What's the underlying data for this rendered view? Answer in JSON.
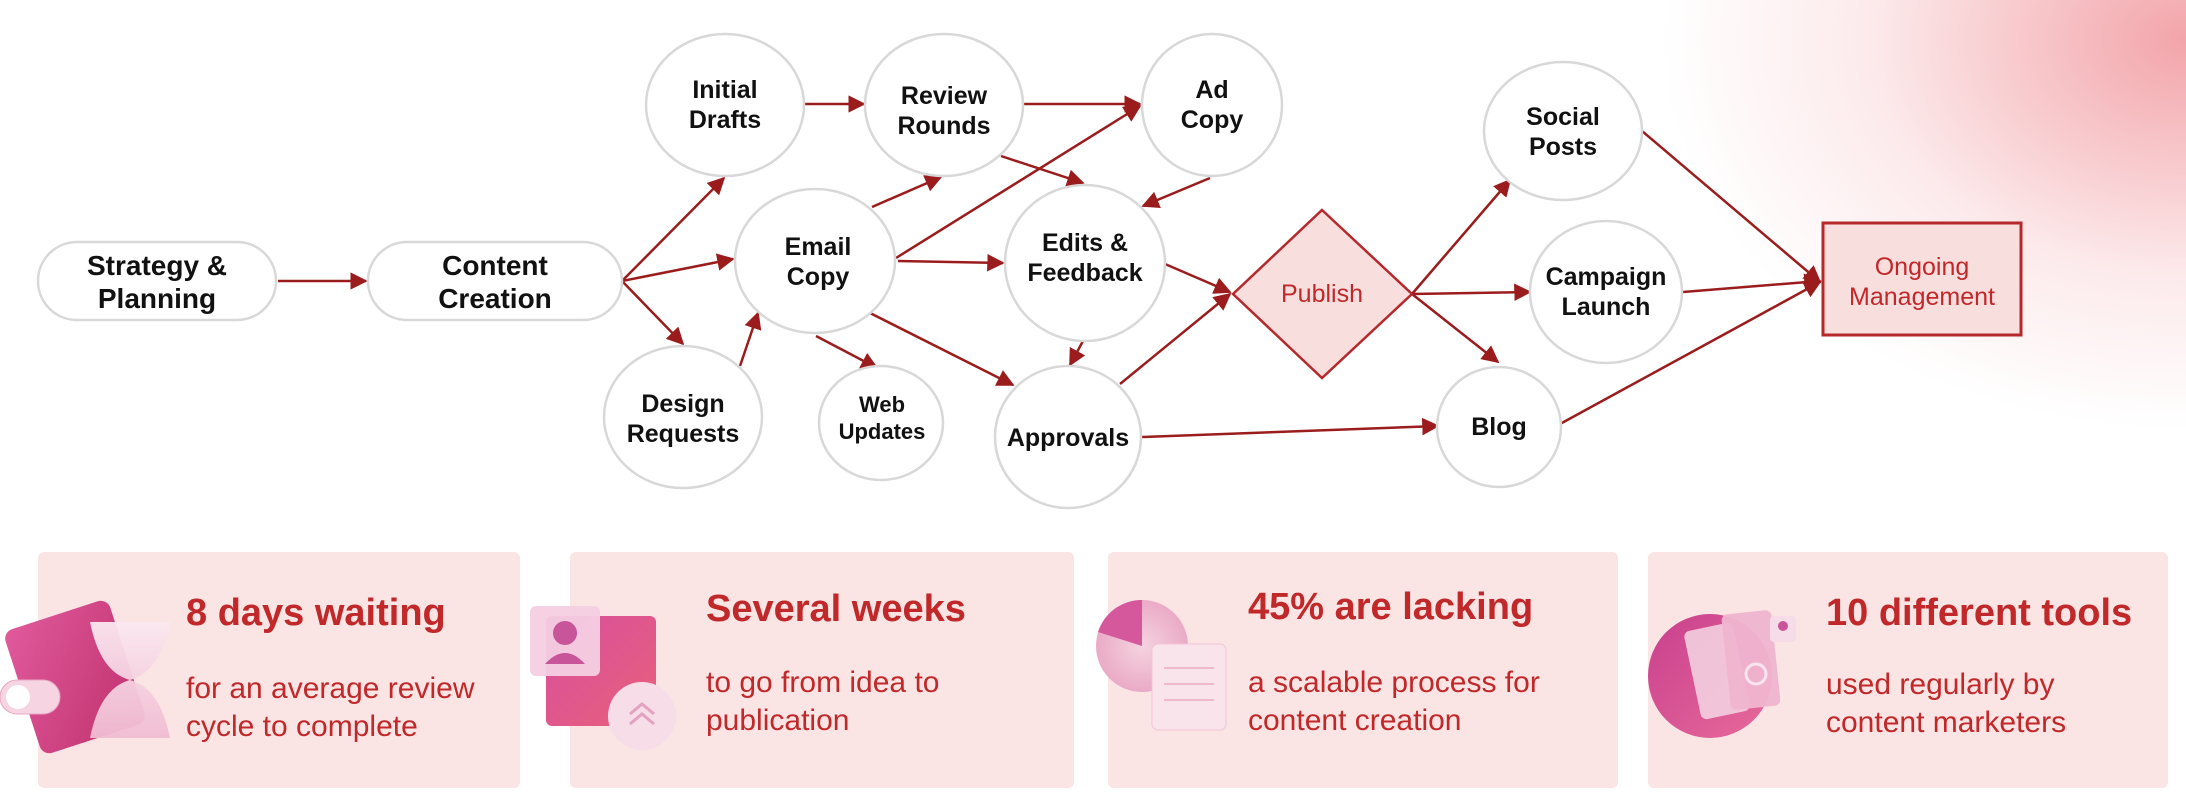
{
  "diagram": {
    "nodes": {
      "strategy": [
        "Strategy &",
        "Planning"
      ],
      "content": [
        "Content",
        "Creation"
      ],
      "drafts": [
        "Initial",
        "Drafts"
      ],
      "review": [
        "Review",
        "Rounds"
      ],
      "adcopy": [
        "Ad",
        "Copy"
      ],
      "email": [
        "Email",
        "Copy"
      ],
      "design": [
        "Design",
        "Requests"
      ],
      "web": [
        "Web",
        "Updates"
      ],
      "edits": [
        "Edits &",
        "Feedback"
      ],
      "approvals": [
        "Approvals"
      ],
      "publish": [
        "Publish"
      ],
      "social": [
        "Social",
        "Posts"
      ],
      "campaign": [
        "Campaign",
        "Launch"
      ],
      "blog": [
        "Blog"
      ],
      "ongoing": [
        "Ongoing",
        "Management"
      ]
    },
    "colors": {
      "edge": "#9b1c1c",
      "accent": "#c0282a",
      "card_bg": "#fbe4e4"
    }
  },
  "stats": [
    {
      "title": "8 days waiting",
      "body": [
        "for an average review",
        "cycle to complete"
      ],
      "icon": "hourglass-icon"
    },
    {
      "title": "Several weeks",
      "body": [
        "to go from idea to",
        "publication"
      ],
      "icon": "profile-card-icon"
    },
    {
      "title": "45% are lacking",
      "body": [
        "a scalable process for",
        "content creation"
      ],
      "icon": "pie-document-icon"
    },
    {
      "title": "10 different tools",
      "body": [
        "used regularly by",
        "content marketers"
      ],
      "icon": "tool-stack-icon"
    }
  ]
}
